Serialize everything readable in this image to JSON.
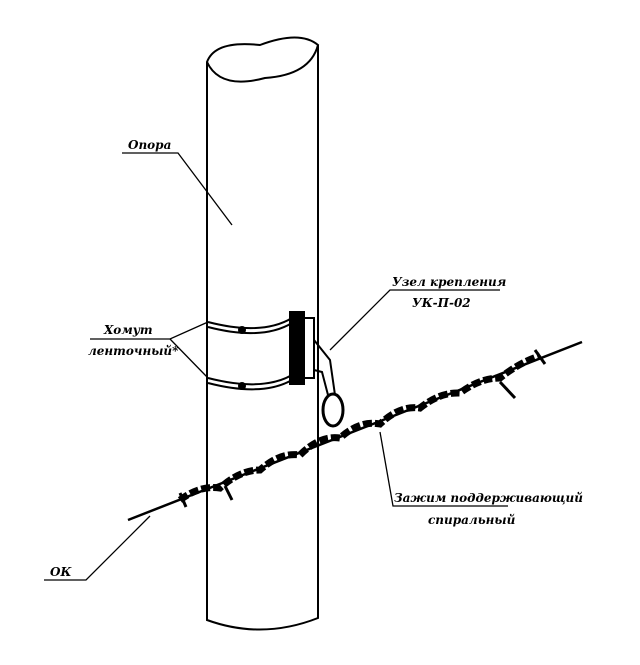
{
  "labels": {
    "pole": "Опора",
    "band_clamp_line1": "Хомут",
    "band_clamp_line2": "ленточный*",
    "mount_line1": "Узел крепления",
    "mount_line2": "УК-П-02",
    "spiral_line1": "Зажим поддерживающий",
    "spiral_line2": "спиральный",
    "cable": "ОК"
  }
}
